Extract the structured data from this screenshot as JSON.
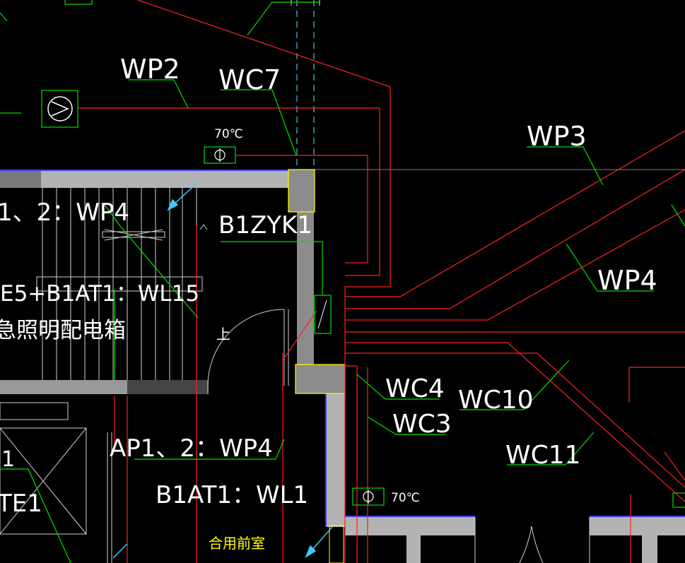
{
  "colors": {
    "background": "#000000",
    "wall": "#a6a6a6",
    "column": "#8c8c8c",
    "wire": "#ff2020",
    "leader": "#00e000",
    "text": "#ffffff",
    "yellow": "#ffff00",
    "cyan": "#40c8ff",
    "blue": "#4040ff"
  },
  "labels": {
    "wp2": "WP2",
    "wc7": "WC7",
    "temp_top": "70℃",
    "wp3": "WP3",
    "b1zyk1": "B1ZYK1",
    "ap_wp4_top": "1、2：WP4",
    "wl15": "E5+B1AT1：WL15",
    "emergency_box": "急照明配电箱",
    "wp4": "WP4",
    "wc4": "WC4",
    "wc10": "WC10",
    "wc3": "WC3",
    "wc11": "WC11",
    "ap_wp4_bottom": "AP1、2：WP4",
    "b1at1_wl1": "B1AT1：WL1",
    "temp_bottom": "70℃",
    "te1": "TE1",
    "left_1": "1",
    "shared_lobby": "合用前室",
    "up_mark": "上"
  },
  "symbols": {
    "fan": "exhaust-fan-icon",
    "fire_damper_top": "fire-damper-icon",
    "fire_damper_bottom": "fire-damper-icon",
    "control_box": "control-box-icon"
  }
}
